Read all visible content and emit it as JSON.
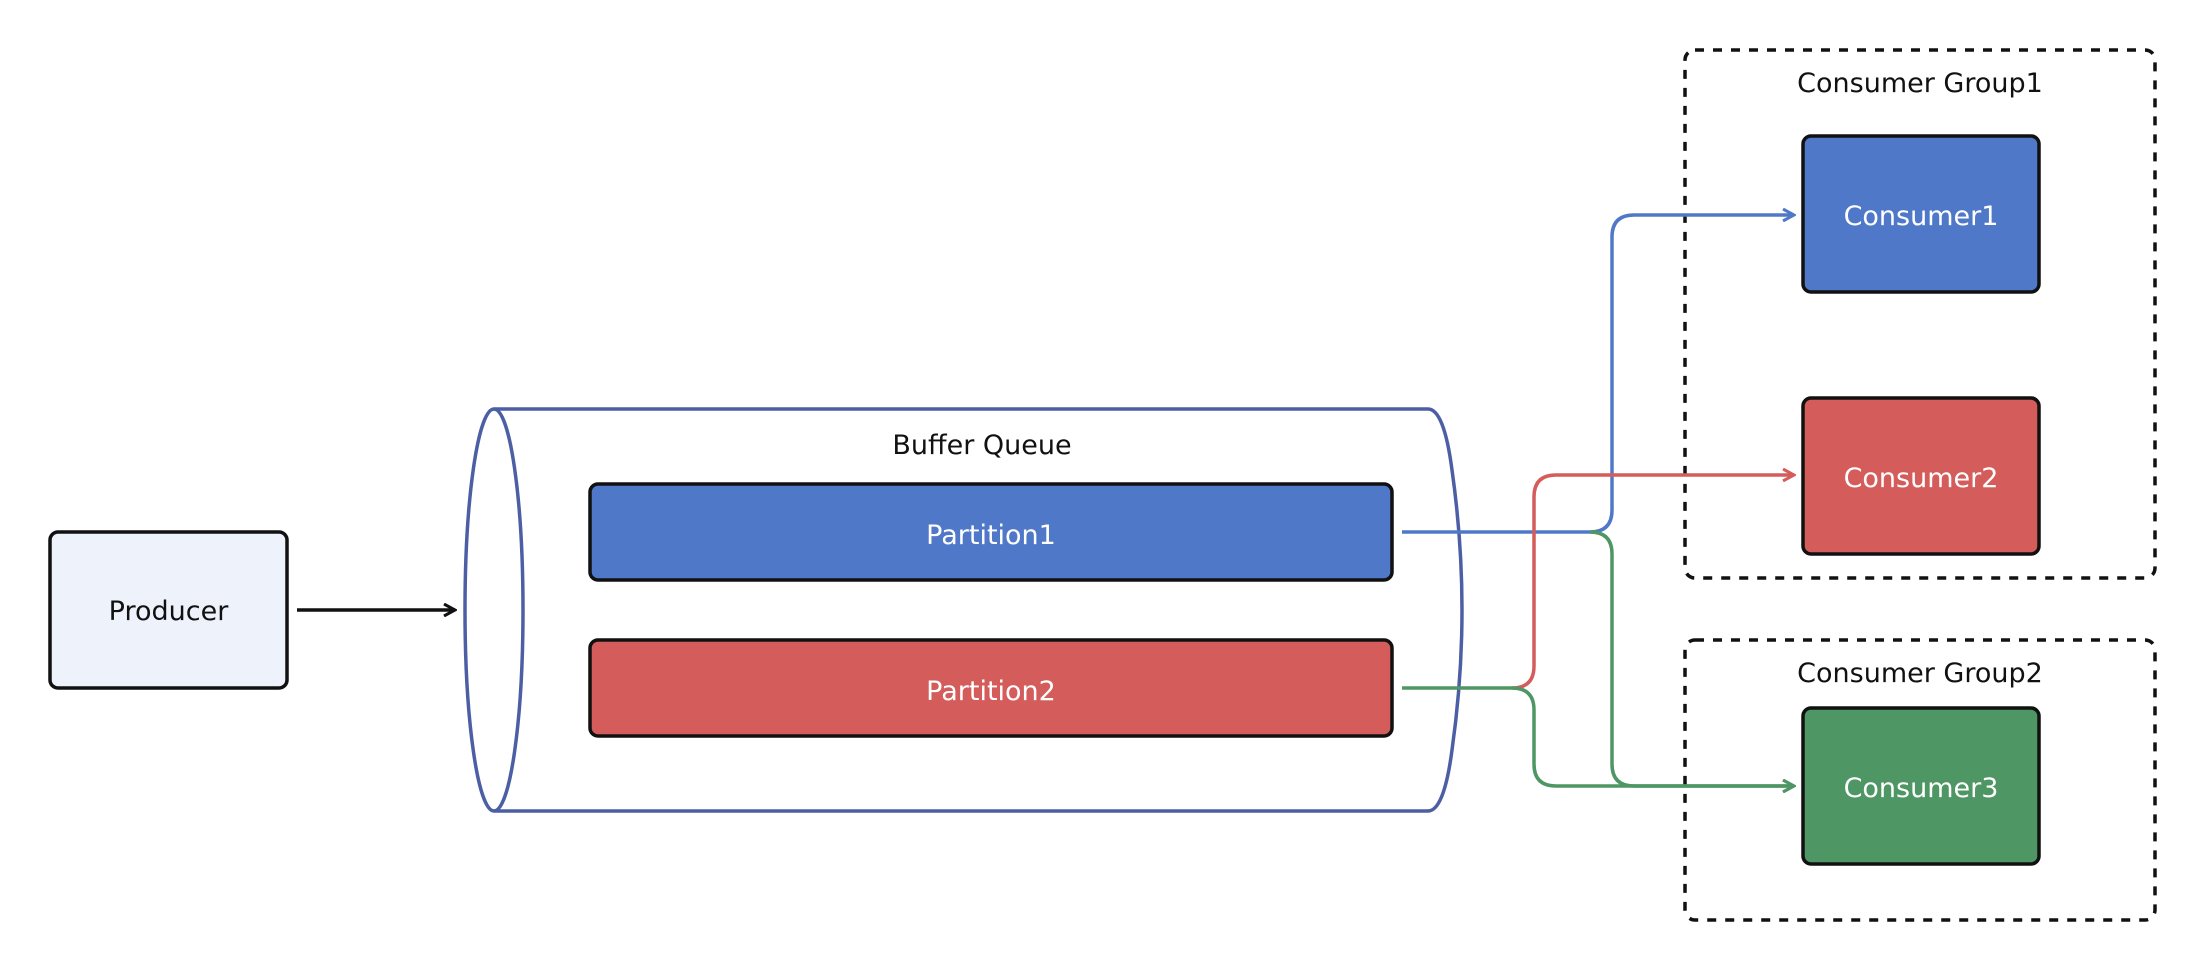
{
  "diagram": {
    "producer": {
      "label": "Producer"
    },
    "buffer_queue": {
      "label": "Buffer Queue"
    },
    "partitions": [
      {
        "label": "Partition1"
      },
      {
        "label": "Partition2"
      }
    ],
    "consumer_groups": [
      {
        "label": "Consumer Group1"
      },
      {
        "label": "Consumer Group2"
      }
    ],
    "consumers": [
      {
        "label": "Consumer1"
      },
      {
        "label": "Consumer2"
      },
      {
        "label": "Consumer3"
      }
    ],
    "colors": {
      "blue": "#5078C8",
      "red": "#D45D5B",
      "green": "#4E9664",
      "producer_fill": "#EEF3FB",
      "cylinder_stroke": "#4C5FA4",
      "outline": "#111111"
    }
  }
}
